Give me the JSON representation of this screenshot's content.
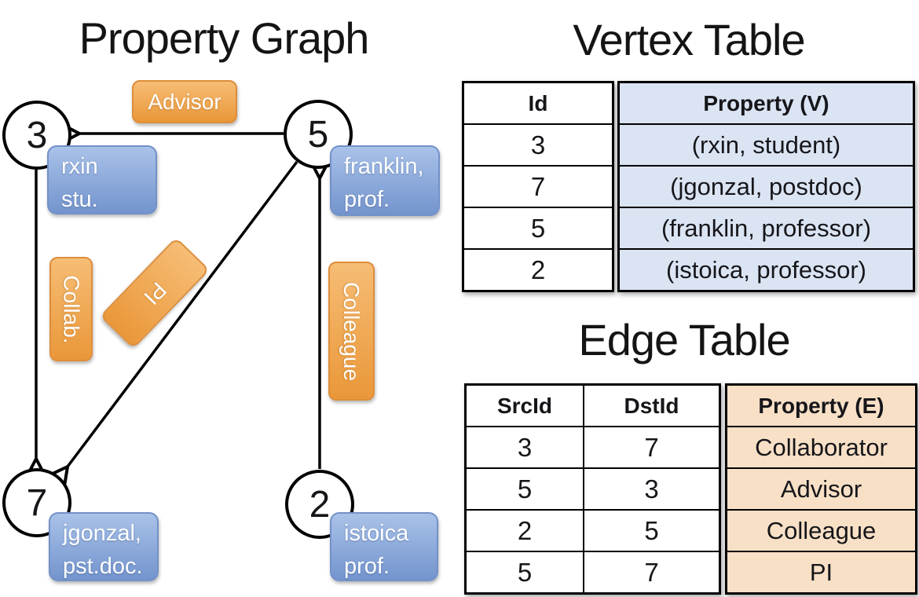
{
  "titles": {
    "graph": "Property Graph",
    "vertex_table": "Vertex Table",
    "edge_table": "Edge Table"
  },
  "graph": {
    "nodes": [
      {
        "id": "3"
      },
      {
        "id": "5"
      },
      {
        "id": "7"
      },
      {
        "id": "2"
      }
    ],
    "edge_labels": {
      "advisor": "Advisor",
      "collab": "Collab.",
      "pi": "PI",
      "colleague": "Colleague"
    },
    "node_cards": {
      "rxin": {
        "line1": "rxin",
        "line2": "stu."
      },
      "franklin": {
        "line1": "franklin,",
        "line2": "prof."
      },
      "jgonzal": {
        "line1": "jgonzal,",
        "line2": "pst.doc."
      },
      "istoica": {
        "line1": "istoica",
        "line2": "prof."
      }
    }
  },
  "vertex_table": {
    "headers": {
      "id": "Id",
      "property": "Property (V)"
    },
    "rows": [
      [
        "3",
        "(rxin, student)"
      ],
      [
        "7",
        "(jgonzal, postdoc)"
      ],
      [
        "5",
        "(franklin, professor)"
      ],
      [
        "2",
        "(istoica, professor)"
      ]
    ]
  },
  "edge_table": {
    "headers": {
      "src": "SrcId",
      "dst": "DstId",
      "property": "Property (E)"
    },
    "rows": [
      [
        "3",
        "7",
        "Collaborator"
      ],
      [
        "5",
        "3",
        "Advisor"
      ],
      [
        "2",
        "5",
        "Colleague"
      ],
      [
        "5",
        "7",
        "PI"
      ]
    ]
  },
  "colors": {
    "edge_label_fill_top": "#f6bd75",
    "edge_label_fill_bottom": "#ea9739",
    "edge_label_border": "#dd8e3b",
    "node_card_fill_top": "#a9c2e9",
    "node_card_fill_bottom": "#7394cd",
    "vertex_cell_fill": "#dbe4f3",
    "edge_cell_fill": "#f7e0c6",
    "line_color": "#000000"
  }
}
